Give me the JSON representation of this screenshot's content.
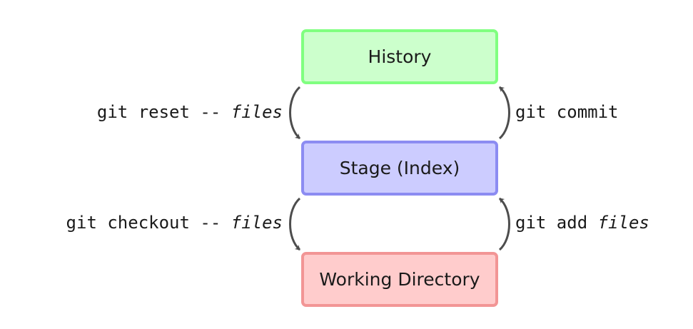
{
  "diagram": {
    "boxes": {
      "history": "History",
      "stage": "Stage (Index)",
      "working": "Working Directory"
    },
    "commands": {
      "reset": {
        "cmd": "git reset --",
        "arg": "files"
      },
      "checkout": {
        "cmd": "git checkout --",
        "arg": "files"
      },
      "commit": {
        "cmd": "git commit"
      },
      "add": {
        "cmd": "git add",
        "arg": "files"
      }
    },
    "colors": {
      "history_fill": "#ccffcc",
      "history_border": "#80ff80",
      "stage_fill": "#ccccff",
      "stage_border": "#8c8cf2",
      "working_fill": "#ffcccc",
      "working_border": "#f29595",
      "arrow": "#4d4d4d"
    }
  }
}
